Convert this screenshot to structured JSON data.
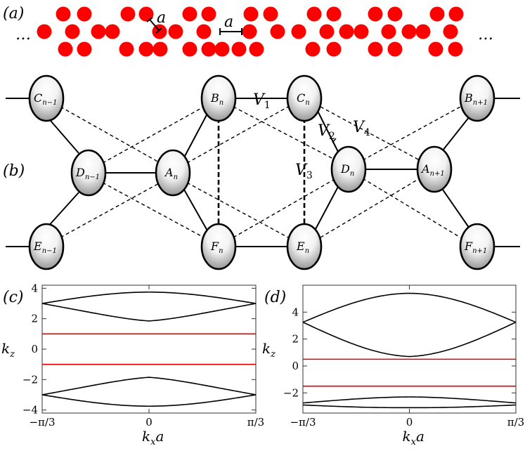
{
  "panels": {
    "a": "(a)",
    "b": "(b)",
    "c": "(c)",
    "d": "(d)"
  },
  "chain": {
    "ellipsis_left": "…",
    "ellipsis_right": "…",
    "lattice_label_diag": "a",
    "lattice_label_horiz": "a",
    "site_color": "#ff0000"
  },
  "diagram": {
    "nodes": [
      {
        "id": "Cn-1",
        "base": "C",
        "sub": "n−1"
      },
      {
        "id": "Bn",
        "base": "B",
        "sub": "n"
      },
      {
        "id": "Cn",
        "base": "C",
        "sub": "n"
      },
      {
        "id": "Bn+1",
        "base": "B",
        "sub": "n+1"
      },
      {
        "id": "Dn-1",
        "base": "D",
        "sub": "n−1"
      },
      {
        "id": "An",
        "base": "A",
        "sub": "n"
      },
      {
        "id": "Dn",
        "base": "D",
        "sub": "n"
      },
      {
        "id": "An+1",
        "base": "A",
        "sub": "n+1"
      },
      {
        "id": "En-1",
        "base": "E",
        "sub": "n−1"
      },
      {
        "id": "Fn",
        "base": "F",
        "sub": "n"
      },
      {
        "id": "En",
        "base": "E",
        "sub": "n"
      },
      {
        "id": "Fn+1",
        "base": "F",
        "sub": "n+1"
      }
    ],
    "couplings": [
      {
        "base": "V",
        "sub": "1"
      },
      {
        "base": "V",
        "sub": "2"
      },
      {
        "base": "V",
        "sub": "3"
      },
      {
        "base": "V",
        "sub": "4"
      }
    ]
  },
  "chart_data": [
    {
      "type": "line",
      "panel": "(c)",
      "xlabel": "k_x a",
      "ylabel": "k_z",
      "xticks": [
        "−π/3",
        "0",
        "π/3"
      ],
      "yticks": [
        "−4",
        "−2",
        "0",
        "2",
        "4"
      ],
      "xlim": [
        -1.0472,
        1.0472
      ],
      "ylim": [
        -4.2,
        4.2
      ],
      "series": [
        {
          "color": "#000000",
          "x": [
            -1.0472,
            -0.5236,
            0,
            0.5236,
            1.0472
          ],
          "y": [
            3.0,
            3.52,
            3.75,
            3.52,
            3.0
          ]
        },
        {
          "color": "#000000",
          "x": [
            -1.0472,
            -0.5236,
            0,
            0.5236,
            1.0472
          ],
          "y": [
            3.0,
            2.35,
            1.85,
            2.35,
            3.0
          ]
        },
        {
          "color": "#e00000",
          "x": [
            -1.0472,
            1.0472
          ],
          "y": [
            1.0,
            1.0
          ]
        },
        {
          "color": "#e00000",
          "x": [
            -1.0472,
            1.0472
          ],
          "y": [
            -1.0,
            -1.0
          ]
        },
        {
          "color": "#000000",
          "x": [
            -1.0472,
            -0.5236,
            0,
            0.5236,
            1.0472
          ],
          "y": [
            -3.0,
            -2.35,
            -1.85,
            -2.35,
            -3.0
          ]
        },
        {
          "color": "#000000",
          "x": [
            -1.0472,
            -0.5236,
            0,
            0.5236,
            1.0472
          ],
          "y": [
            -3.0,
            -3.52,
            -3.75,
            -3.52,
            -3.0
          ]
        }
      ]
    },
    {
      "type": "line",
      "panel": "(d)",
      "xlabel": "k_x a",
      "ylabel": "k_z",
      "xticks": [
        "−π/3",
        "0",
        "π/3"
      ],
      "yticks": [
        "−2",
        "0",
        "2",
        "4"
      ],
      "xlim": [
        -1.0472,
        1.0472
      ],
      "ylim": [
        -3.5,
        6.0
      ],
      "series": [
        {
          "color": "#000000",
          "x": [
            -1.0472,
            -0.5236,
            0,
            0.5236,
            1.0472
          ],
          "y": [
            3.25,
            4.75,
            5.4,
            4.75,
            3.25
          ]
        },
        {
          "color": "#000000",
          "x": [
            -1.0472,
            -0.5236,
            0,
            0.5236,
            1.0472
          ],
          "y": [
            3.25,
            1.55,
            0.7,
            1.55,
            3.25
          ]
        },
        {
          "color": "#e00000",
          "x": [
            -1.0472,
            1.0472
          ],
          "y": [
            0.5,
            0.5
          ]
        },
        {
          "color": "#e00000",
          "x": [
            -1.0472,
            1.0472
          ],
          "y": [
            -1.5,
            -1.5
          ]
        },
        {
          "color": "#000000",
          "x": [
            -1.0472,
            -0.5236,
            0,
            0.5236,
            1.0472
          ],
          "y": [
            -2.75,
            -2.45,
            -2.3,
            -2.45,
            -2.75
          ]
        },
        {
          "color": "#000000",
          "x": [
            -1.0472,
            -0.5236,
            0,
            0.5236,
            1.0472
          ],
          "y": [
            -2.9,
            -3.05,
            -3.1,
            -3.05,
            -2.9
          ]
        }
      ]
    }
  ]
}
